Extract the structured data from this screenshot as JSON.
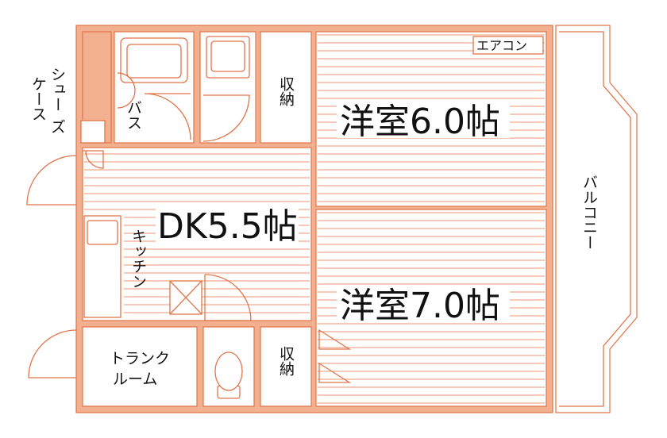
{
  "rooms": {
    "western_room_1": "洋室6.0帖",
    "western_room_2": "洋室7.0帖",
    "dk": "DK5.5帖"
  },
  "labels": {
    "storage": "収納",
    "bath": "バス",
    "kitchen": "キッチン",
    "trunk_room_line1": "トランク",
    "trunk_room_line2": "ルーム",
    "shoe_case_line1": "シュー",
    "shoe_case_line2": "ケース",
    "shoe_case_line3": "ズ",
    "balcony": "バルコニー",
    "aircon": "エアコン"
  },
  "colors": {
    "wall_fill": "#f3b08f",
    "wall_stroke": "#e0754a",
    "floor_lines": "#ec9470"
  }
}
